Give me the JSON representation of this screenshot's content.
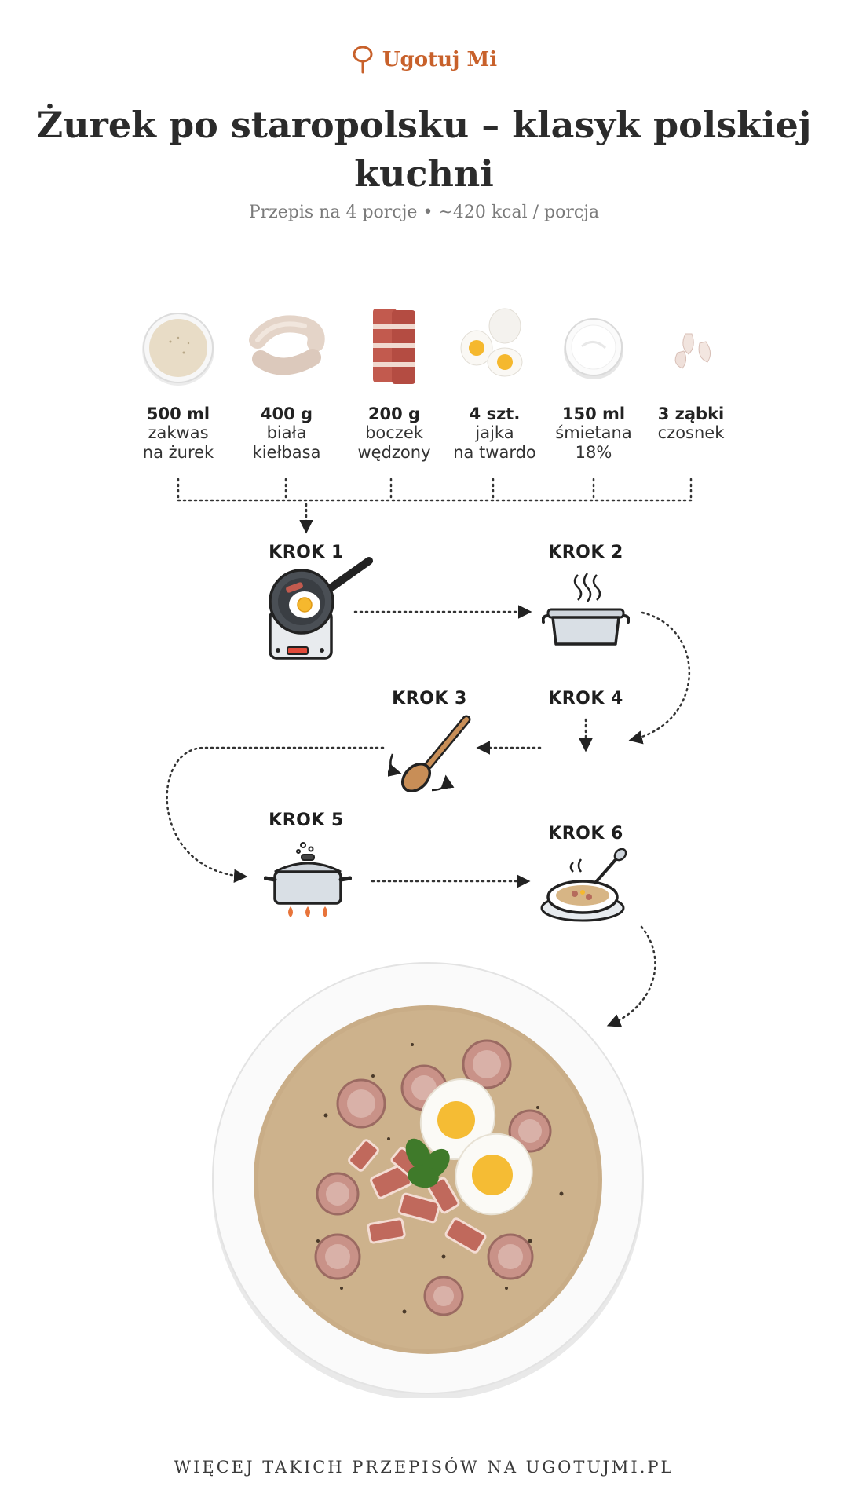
{
  "brand": {
    "name": "Ugotuj Mi",
    "icon": "spoon-logo-icon",
    "color": "#c8612b"
  },
  "title": "Żurek po staropolsku – klasyk polskiej kuchni",
  "subtitle": "Przepis na 4 porcje • ~420 kcal / porcja",
  "ingredients": [
    {
      "qty": "500 ml",
      "name": "zakwas\nna żurek",
      "icon": "sourdough-bowl-icon"
    },
    {
      "qty": "400 g",
      "name": "biała\nkiełbasa",
      "icon": "white-sausage-icon"
    },
    {
      "qty": "200 g",
      "name": "boczek\nwędzony",
      "icon": "bacon-icon"
    },
    {
      "qty": "4 szt.",
      "name": "jajka\nna twardo",
      "icon": "eggs-icon"
    },
    {
      "qty": "150 ml",
      "name": "śmietana\n18%",
      "icon": "cream-bowl-icon"
    },
    {
      "qty": "3 ząbki",
      "name": "czosnek",
      "icon": "garlic-icon"
    }
  ],
  "steps": [
    {
      "label": "KROK 1",
      "icon": "frying-pan-stove-icon"
    },
    {
      "label": "KROK 2",
      "icon": "steaming-pot-icon"
    },
    {
      "label": "KROK 3",
      "icon": "wooden-spoon-stir-icon"
    },
    {
      "label": "KROK 4",
      "icon": "none"
    },
    {
      "label": "KROK 5",
      "icon": "pot-on-flame-icon"
    },
    {
      "label": "KROK 6",
      "icon": "soup-plate-spoon-icon"
    }
  ],
  "dish": {
    "icon": "zurek-soup-plate-icon"
  },
  "footer": "WIĘCEJ TAKICH PRZEPISÓW NA UGOTUJMI.PL"
}
